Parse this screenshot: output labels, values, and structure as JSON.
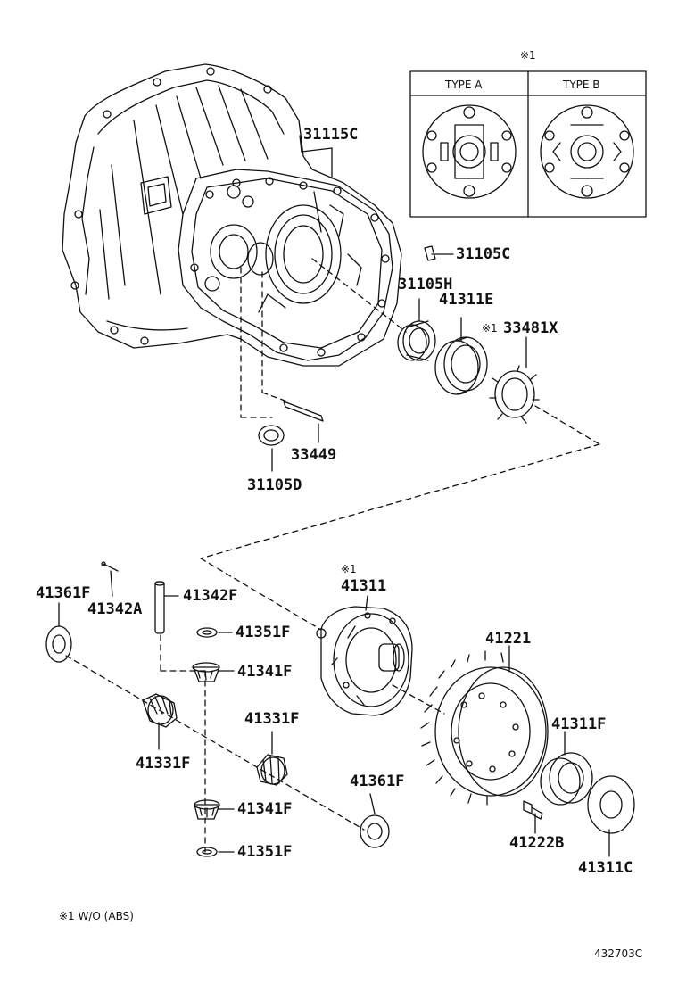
{
  "reference_mark": "※1",
  "legend": {
    "mark": "※1",
    "type_a": "TYPE A",
    "type_b": "TYPE B"
  },
  "parts": {
    "p31115C": "31115C",
    "p31105C": "31105C",
    "p31105H": "31105H",
    "p41311E": "41311E",
    "p33481X_mark": "※1",
    "p33481X": "33481X",
    "p33449": "33449",
    "p31105D": "31105D",
    "p41361F_a": "41361F",
    "p41342A": "41342A",
    "p41342F": "41342F",
    "p41351F_a": "41351F",
    "p41341F_a": "41341F",
    "p41331F_a": "41331F",
    "p41331F_b": "41331F",
    "p41311_mark": "※1",
    "p41311": "41311",
    "p41221": "41221",
    "p41311F": "41311F",
    "p41361F_b": "41361F",
    "p41341F_b": "41341F",
    "p41351F_b": "41351F",
    "p41222B": "41222B",
    "p41311C": "41311C"
  },
  "footnote": "※1 W/O (ABS)",
  "diagram_code": "432703C",
  "colors": {
    "line": "#111111",
    "background": "#ffffff"
  }
}
